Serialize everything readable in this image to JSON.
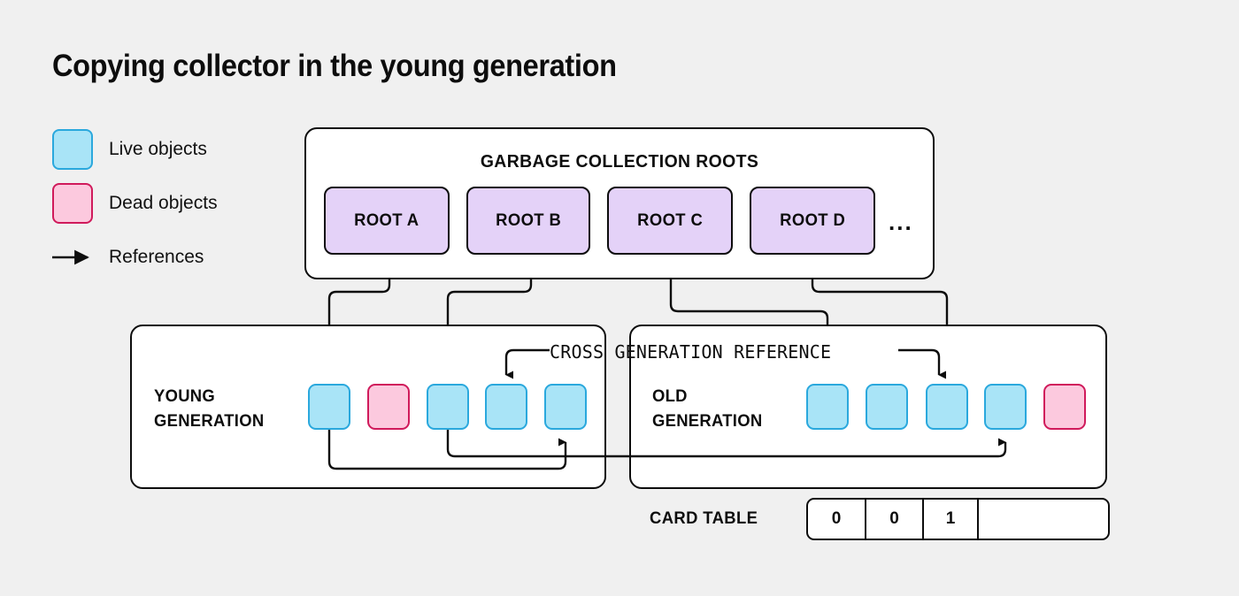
{
  "title": "Copying collector in the young generation",
  "colors": {
    "background": "#f0f0f0",
    "live_fill": "#a9e4f7",
    "live_border": "#2aa8dd",
    "dead_fill": "#fcc9de",
    "dead_border": "#d01a5b",
    "root_fill": "#e4d2f8",
    "stroke": "#0d0d0d",
    "panel_fill": "#ffffff"
  },
  "legend": {
    "items": [
      {
        "label": "Live objects",
        "kind": "live-swatch"
      },
      {
        "label": "Dead objects",
        "kind": "dead-swatch"
      },
      {
        "label": "References",
        "kind": "arrow-icon"
      }
    ]
  },
  "gc_roots": {
    "heading": "GARBAGE COLLECTION ROOTS",
    "roots": [
      {
        "label": "ROOT A"
      },
      {
        "label": "ROOT B"
      },
      {
        "label": "ROOT C"
      },
      {
        "label": "ROOT D"
      }
    ],
    "ellipsis": "..."
  },
  "young_generation": {
    "label": "YOUNG\nGENERATION",
    "objects": [
      {
        "state": "live"
      },
      {
        "state": "dead"
      },
      {
        "state": "live"
      },
      {
        "state": "live"
      },
      {
        "state": "live"
      }
    ]
  },
  "old_generation": {
    "label": "OLD\nGENERATION",
    "objects": [
      {
        "state": "live"
      },
      {
        "state": "live"
      },
      {
        "state": "live"
      },
      {
        "state": "live"
      },
      {
        "state": "dead"
      }
    ]
  },
  "cross_reference": {
    "label": "CROSS GENERATION REFERENCE"
  },
  "card_table": {
    "label": "CARD TABLE",
    "cells": [
      "0",
      "0",
      "1",
      ""
    ]
  }
}
